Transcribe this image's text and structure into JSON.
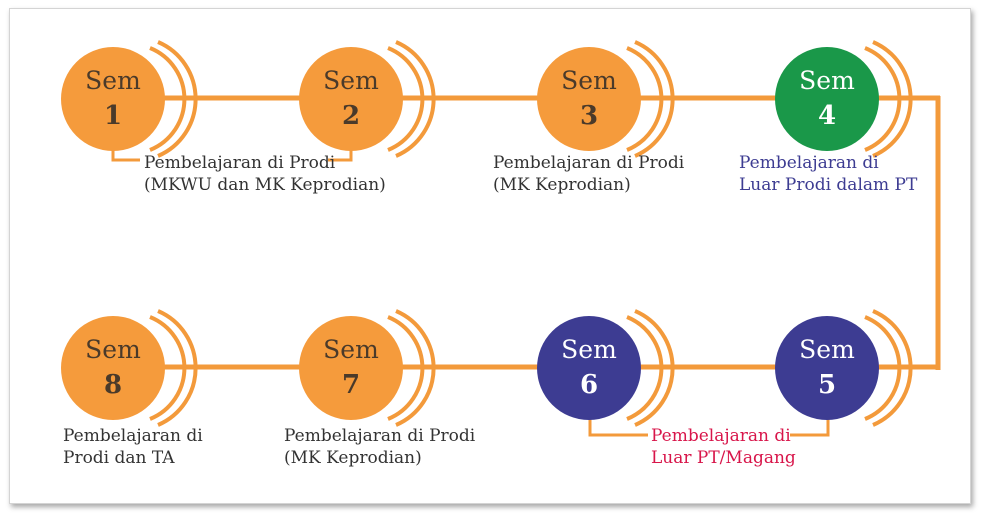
{
  "colors": {
    "line": "#F39A3B",
    "orange": "#F59B3C",
    "green": "#1A9849",
    "navy": "#3D3C92",
    "label_dark": "#333333",
    "label_blue": "#3D3C92",
    "label_red": "#D8154A"
  },
  "semesters": [
    {
      "sem": "Sem",
      "num": "1"
    },
    {
      "sem": "Sem",
      "num": "2"
    },
    {
      "sem": "Sem",
      "num": "3"
    },
    {
      "sem": "Sem",
      "num": "4"
    },
    {
      "sem": "Sem",
      "num": "5"
    },
    {
      "sem": "Sem",
      "num": "6"
    },
    {
      "sem": "Sem",
      "num": "7"
    },
    {
      "sem": "Sem",
      "num": "8"
    }
  ],
  "labels": {
    "sem12": [
      "Pembelajaran di Prodi",
      "(MKWU dan MK Keprodian)"
    ],
    "sem3": [
      "Pembelajaran di Prodi",
      "(MK Keprodian)"
    ],
    "sem4": [
      "Pembelajaran di",
      "Luar Prodi dalam PT"
    ],
    "sem56": [
      "Pembelajaran di",
      "Luar PT/Magang"
    ],
    "sem7": [
      "Pembelajaran di Prodi",
      "(MK Keprodian)"
    ],
    "sem8": [
      "Pembelajaran di",
      "Prodi dan TA"
    ]
  }
}
